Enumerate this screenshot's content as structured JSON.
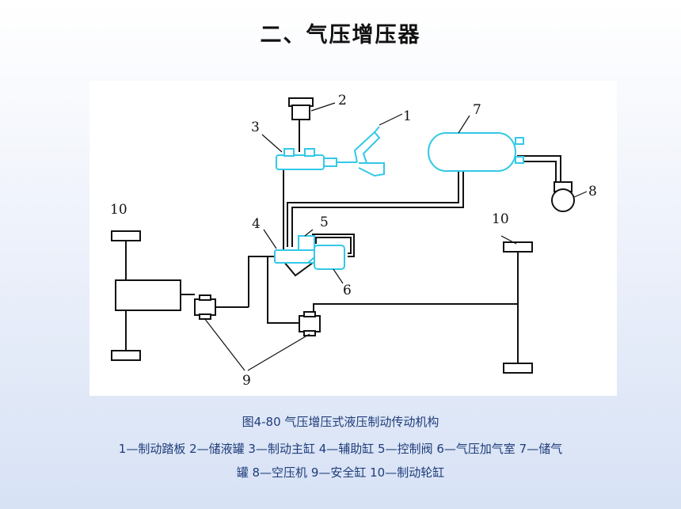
{
  "title": "二、气压增压器",
  "figure": {
    "caption": "图4-80    气压增压式液压制动传动机构",
    "labels": {
      "n1": "1",
      "n2": "2",
      "n3": "3",
      "n4": "4",
      "n5": "5",
      "n6": "6",
      "n7": "7",
      "n8": "8",
      "n9": "9",
      "n10a": "10",
      "n10b": "10"
    },
    "colors": {
      "highlight": "#33c8e8",
      "line": "#111111"
    }
  },
  "legend": {
    "line1": "1—制动踏板    2—储液罐    3—制动主缸    4—辅助缸  5—控制阀    6—气压加气室    7—储气",
    "line2": "罐    8—空压机  9—安全缸    10—制动轮缸"
  }
}
